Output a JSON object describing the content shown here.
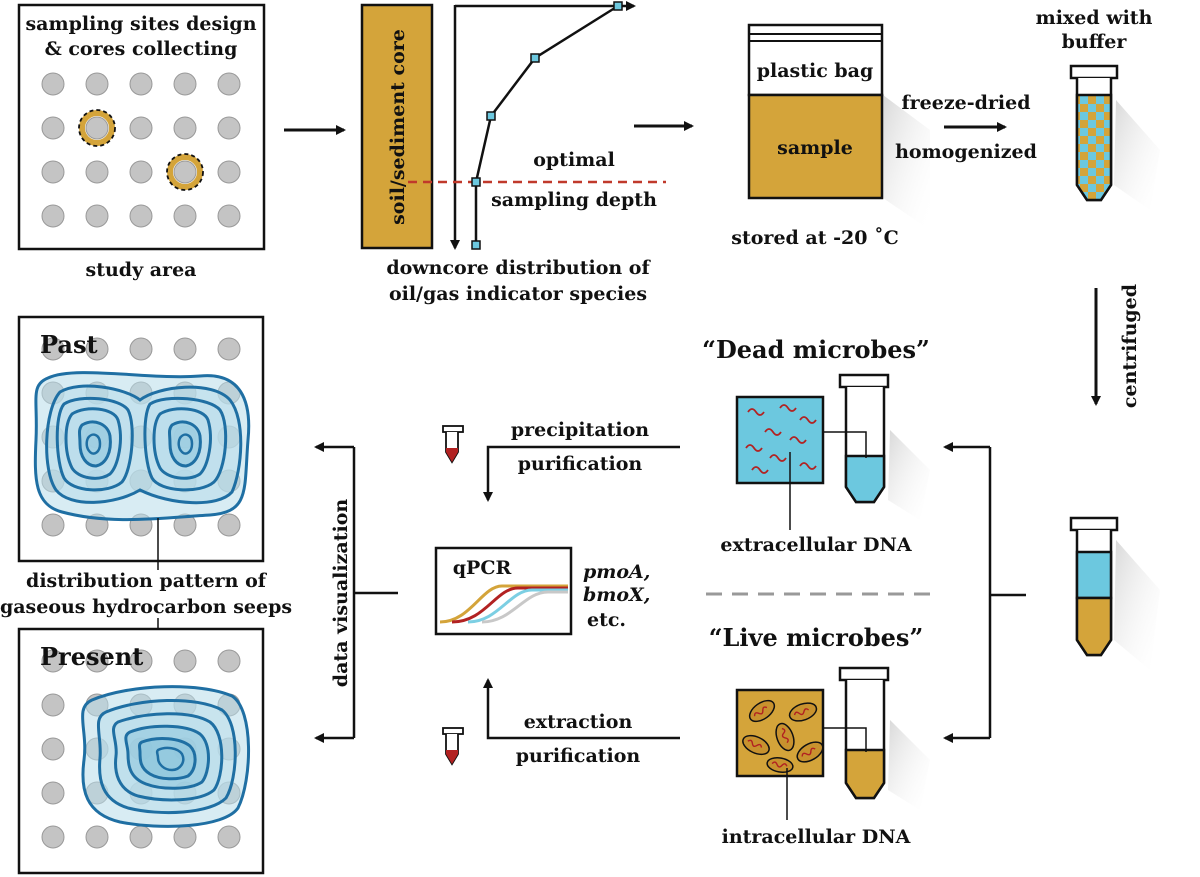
{
  "sampling": {
    "title_line1": "sampling sites design",
    "title_line2": "& cores collecting",
    "study_area": "study area"
  },
  "core": {
    "label": "soil/sediment core",
    "optimal_line1": "optimal",
    "optimal_line2": "sampling depth",
    "caption_line1": "downcore distribution of",
    "caption_line2": "oil/gas indicator species"
  },
  "storage": {
    "bag_label": "plastic bag",
    "sample_label": "sample",
    "stored_label": "stored at -20 ˚C"
  },
  "processing": {
    "freeze_dried": "freeze-dried",
    "homogenized": "homogenized",
    "mixed_line1": "mixed with",
    "mixed_line2": "buffer",
    "centrifuged": "centrifuged"
  },
  "dead": {
    "title": "“Dead microbes”",
    "dna_label": "extracellular DNA",
    "step1": "precipitation",
    "step2": "purification"
  },
  "live": {
    "title": "“Live microbes”",
    "dna_label": "intracellular DNA",
    "step1": "extraction",
    "step2": "purification"
  },
  "qpcr": {
    "label": "qPCR",
    "gene1": "pmoA,",
    "gene2": "bmoX,",
    "gene3": "etc."
  },
  "visualization": {
    "vertical_label": "data visualization",
    "past_label": "Past",
    "present_label": "Present",
    "pattern_line1": "distribution pattern of",
    "pattern_line2": "gaseous hydrocarbon seeps"
  },
  "colors": {
    "sediment": "#d4a43a",
    "liquid": "#6cc8df",
    "contour": "#1f6fa3",
    "contour_fill": "#b8dcea",
    "dot": "#c4c4c4",
    "red_dash": "#c0392b",
    "curve_gold": "#d4a43a",
    "curve_red": "#b22222",
    "curve_blue": "#7ccfe3",
    "curve_grey": "#c8c8c8"
  }
}
